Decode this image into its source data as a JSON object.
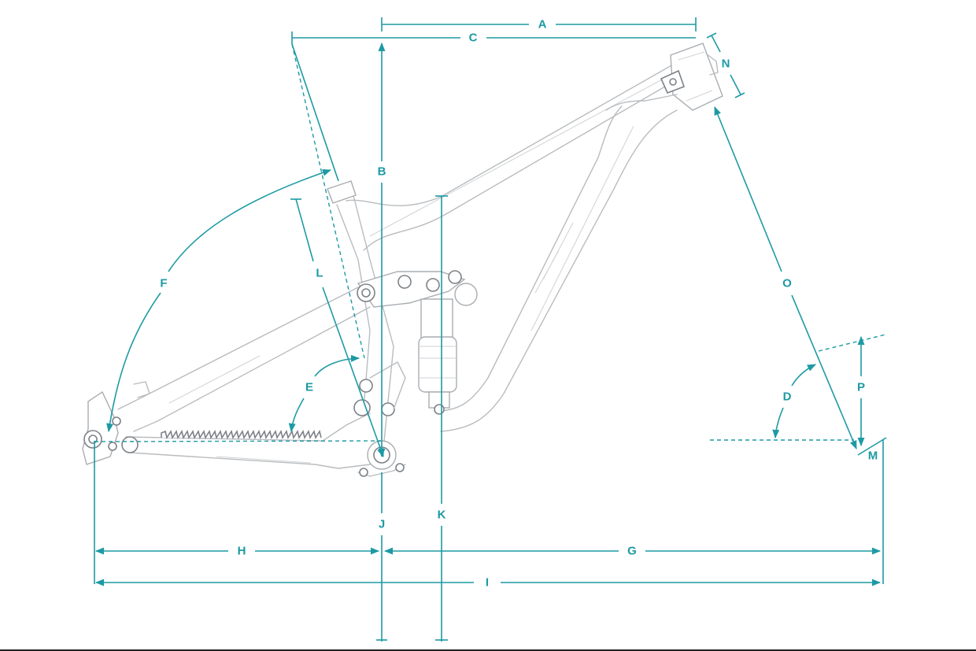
{
  "colors": {
    "accent": "#1d9aa4",
    "frame_line": "#b9bcbf"
  },
  "labels": {
    "A": "A",
    "B": "B",
    "C": "C",
    "D": "D",
    "E": "E",
    "F": "F",
    "G": "G",
    "H": "H",
    "I": "I",
    "J": "J",
    "K": "K",
    "L": "L",
    "M": "M",
    "N": "N",
    "O": "O",
    "P": "P"
  }
}
